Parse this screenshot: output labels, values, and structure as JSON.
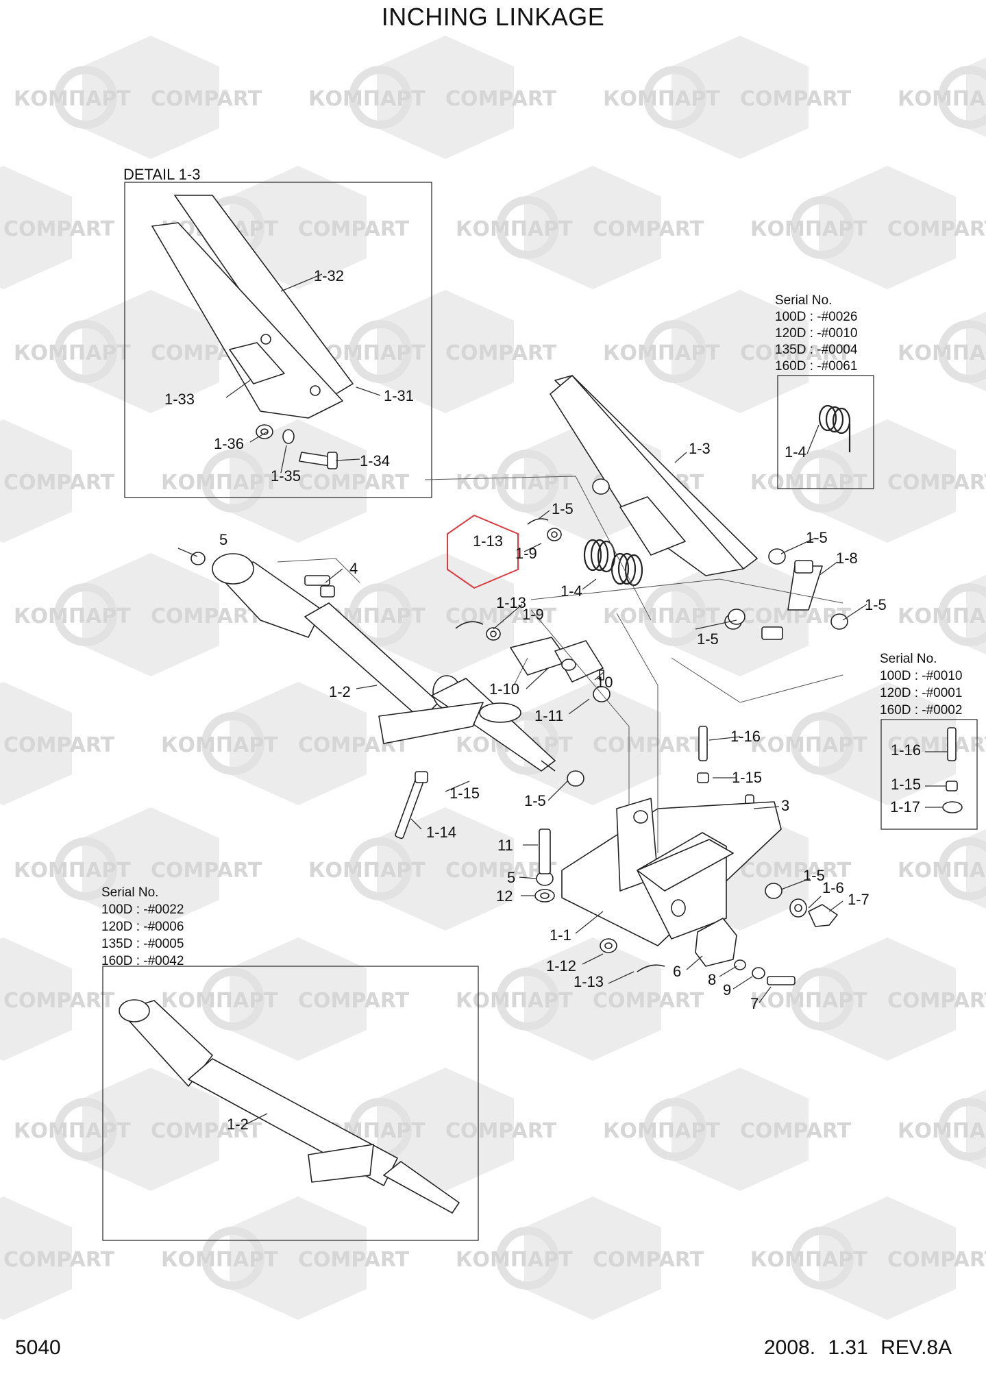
{
  "title": "INCHING LINKAGE",
  "page_number": "5040",
  "revision": "2008. 1.31  REV.8A",
  "watermark": {
    "text_latin": "COMPART",
    "text_cyrillic": "КОМПАРТ",
    "color": "#d6d6d6"
  },
  "highlight_color": "#e0393e",
  "detail_box": {
    "title": "DETAIL 1-3"
  },
  "serial_boxes": [
    {
      "heading": "Serial No.",
      "lines": [
        "100D : -#0026",
        "120D : -#0010",
        "135D : -#0004",
        "160D : -#0061"
      ]
    },
    {
      "heading": "Serial No.",
      "lines": [
        "100D : -#0010",
        "120D : -#0001",
        "160D : -#0002"
      ]
    },
    {
      "heading": "Serial No.",
      "lines": [
        "100D : -#0022",
        "120D : -#0006",
        "135D : -#0005",
        "160D : -#0042"
      ]
    }
  ],
  "callouts": [
    "1-32",
    "1-33",
    "1-31",
    "1-36",
    "1-35",
    "1-34",
    "1-3",
    "1-4",
    "1-5",
    "1-5",
    "1-8",
    "1-5",
    "1-5",
    "1-4",
    "1-9",
    "1-13",
    "1-9",
    "1-13",
    "5",
    "4",
    "1-2",
    "1-10",
    "10",
    "1-11",
    "1-15",
    "1-14",
    "1-5",
    "1-16",
    "1-15",
    "3",
    "11",
    "5",
    "12",
    "1-1",
    "1-12",
    "1-13",
    "1-5",
    "1-6",
    "1-7",
    "6",
    "8",
    "9",
    "7",
    "1-16",
    "1-15",
    "1-17",
    "1-2"
  ]
}
